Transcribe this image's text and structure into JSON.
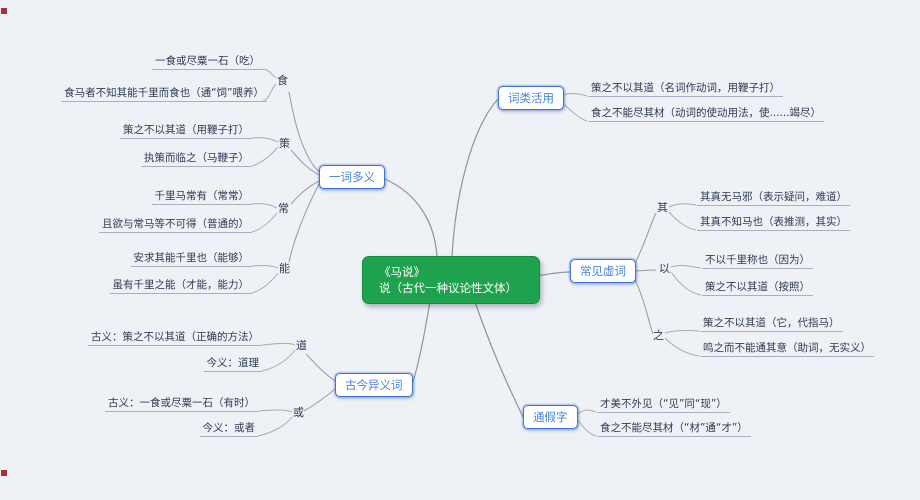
{
  "colors": {
    "background": "#eef1f6",
    "center_bg": "#1fa24e",
    "topic_border": "#3d74cf",
    "topic_text": "#4a83d8",
    "leaf_text": "#2e3b55",
    "line": "#9aa0aa",
    "marker": "#a23434"
  },
  "center": {
    "title": "《马说》",
    "subtitle": "说（古代一种议论性文体）"
  },
  "left": [
    {
      "label": "一词多义",
      "children": [
        {
          "label": "食",
          "leaves": [
            "一食或尽粟一石（吃）",
            "食马者不知其能千里而食也（通“饲”喂养）"
          ]
        },
        {
          "label": "策",
          "leaves": [
            "策之不以其道（用鞭子打）",
            "执策而临之（马鞭子）"
          ]
        },
        {
          "label": "常",
          "leaves": [
            "千里马常有（常常）",
            "且欲与常马等不可得（普通的）"
          ]
        },
        {
          "label": "能",
          "leaves": [
            "安求其能千里也（能够）",
            "虽有千里之能（才能，能力）"
          ]
        }
      ]
    },
    {
      "label": "古今异义词",
      "children": [
        {
          "label": "道",
          "leaves": [
            "古义：策之不以其道（正确的方法）",
            "今义：道理"
          ]
        },
        {
          "label": "或",
          "leaves": [
            "古义：一食或尽粟一石（有时）",
            "今义：或者"
          ]
        }
      ]
    }
  ],
  "right": [
    {
      "label": "词类活用",
      "leaves": [
        "策之不以其道（名词作动词，用鞭子打）",
        "食之不能尽其材（动词的使动用法，使......竭尽）"
      ]
    },
    {
      "label": "常见虚词",
      "children": [
        {
          "label": "其",
          "leaves": [
            "其真无马邪（表示疑问，难道）",
            "其真不知马也（表推测，其实）"
          ]
        },
        {
          "label": "以",
          "leaves": [
            "不以千里称也（因为）",
            "策之不以其道（按照）"
          ]
        },
        {
          "label": "之",
          "leaves": [
            "策之不以其道（它，代指马）",
            "鸣之而不能通其意（助词，无实义）"
          ]
        }
      ]
    },
    {
      "label": "通假字",
      "leaves": [
        "才美不外见（“见”同“现”）",
        "食之不能尽其材（“材”通“才”）"
      ]
    }
  ]
}
